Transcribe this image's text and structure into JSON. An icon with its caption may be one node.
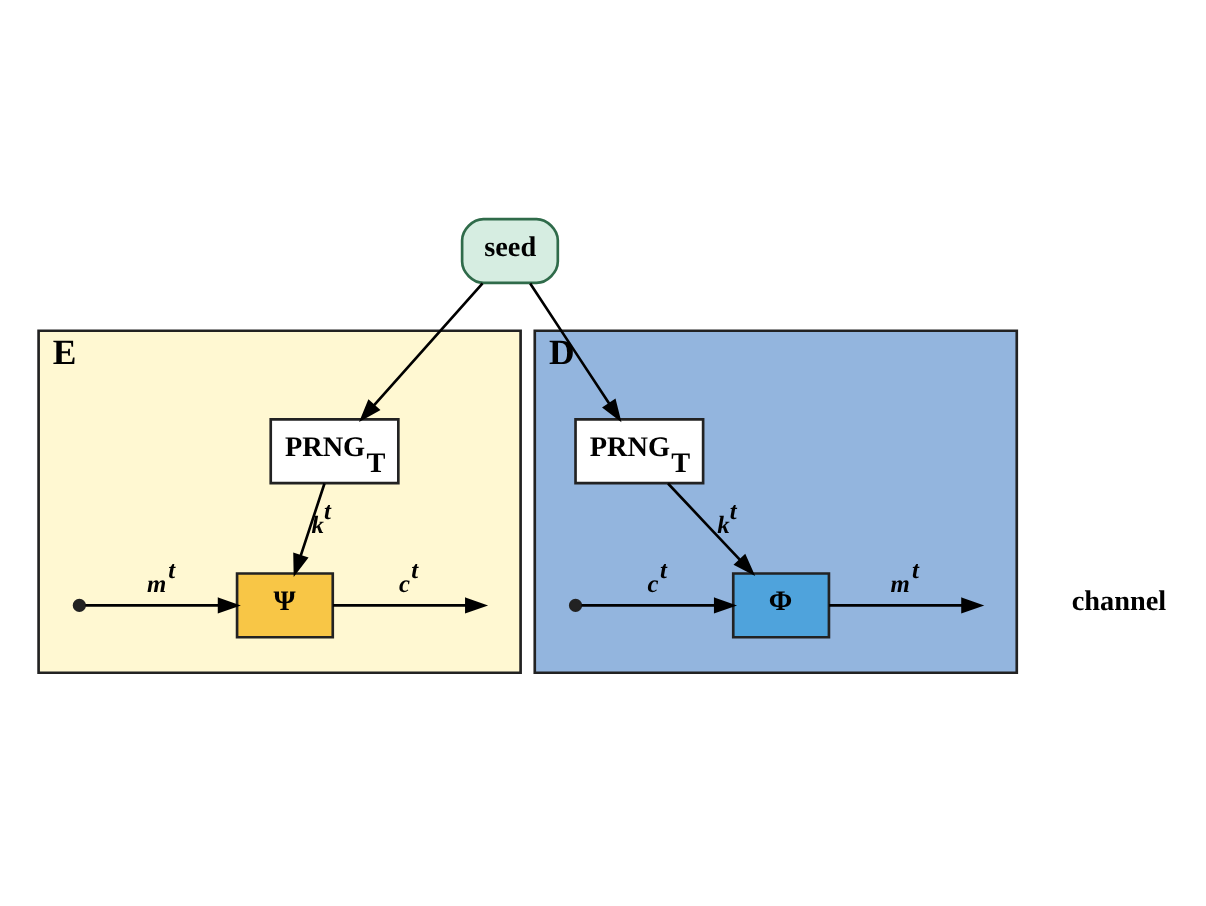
{
  "diagram": {
    "nodes": [
      {
        "text": [
          "seed"
        ]
      },
      {
        "text": [
          "E"
        ]
      },
      {
        "text": [
          "PRNG$_{T}$"
        ],
        "in": 1
      },
      {
        "text": [
          "Ψ"
        ],
        "in": 1
      },
      {
        "text": [
          "D"
        ]
      },
      {
        "text": [
          "PRNG$_{T}$"
        ],
        "in": 4
      },
      {
        "text": [
          "Φ"
        ],
        "in": 4
      }
    ],
    "edges": [
      {
        "from": 0,
        "to": 2,
        "arrow": "to"
      },
      {
        "from": 0,
        "to": 5,
        "arrow": "to"
      },
      {
        "from": 2,
        "to": 3,
        "arrow": "to",
        "label": "k$^{t}$"
      },
      {
        "from": null,
        "to": 3,
        "arrow": "to",
        "label": "m$^{t}$"
      },
      {
        "from": 3,
        "to": null,
        "arrow": "to",
        "label": "c$^{t}$"
      },
      {
        "from": null,
        "to": 6,
        "arrow": "to",
        "label": "c$^{t}$"
      },
      {
        "from": 5,
        "to": 6,
        "arrow": "to",
        "label": "k$^{t}$"
      },
      {
        "from": 6,
        "to": null,
        "arrow": "to",
        "label": "m$^{t}$"
      }
    ],
    "labels": [
      "channel"
    ]
  }
}
